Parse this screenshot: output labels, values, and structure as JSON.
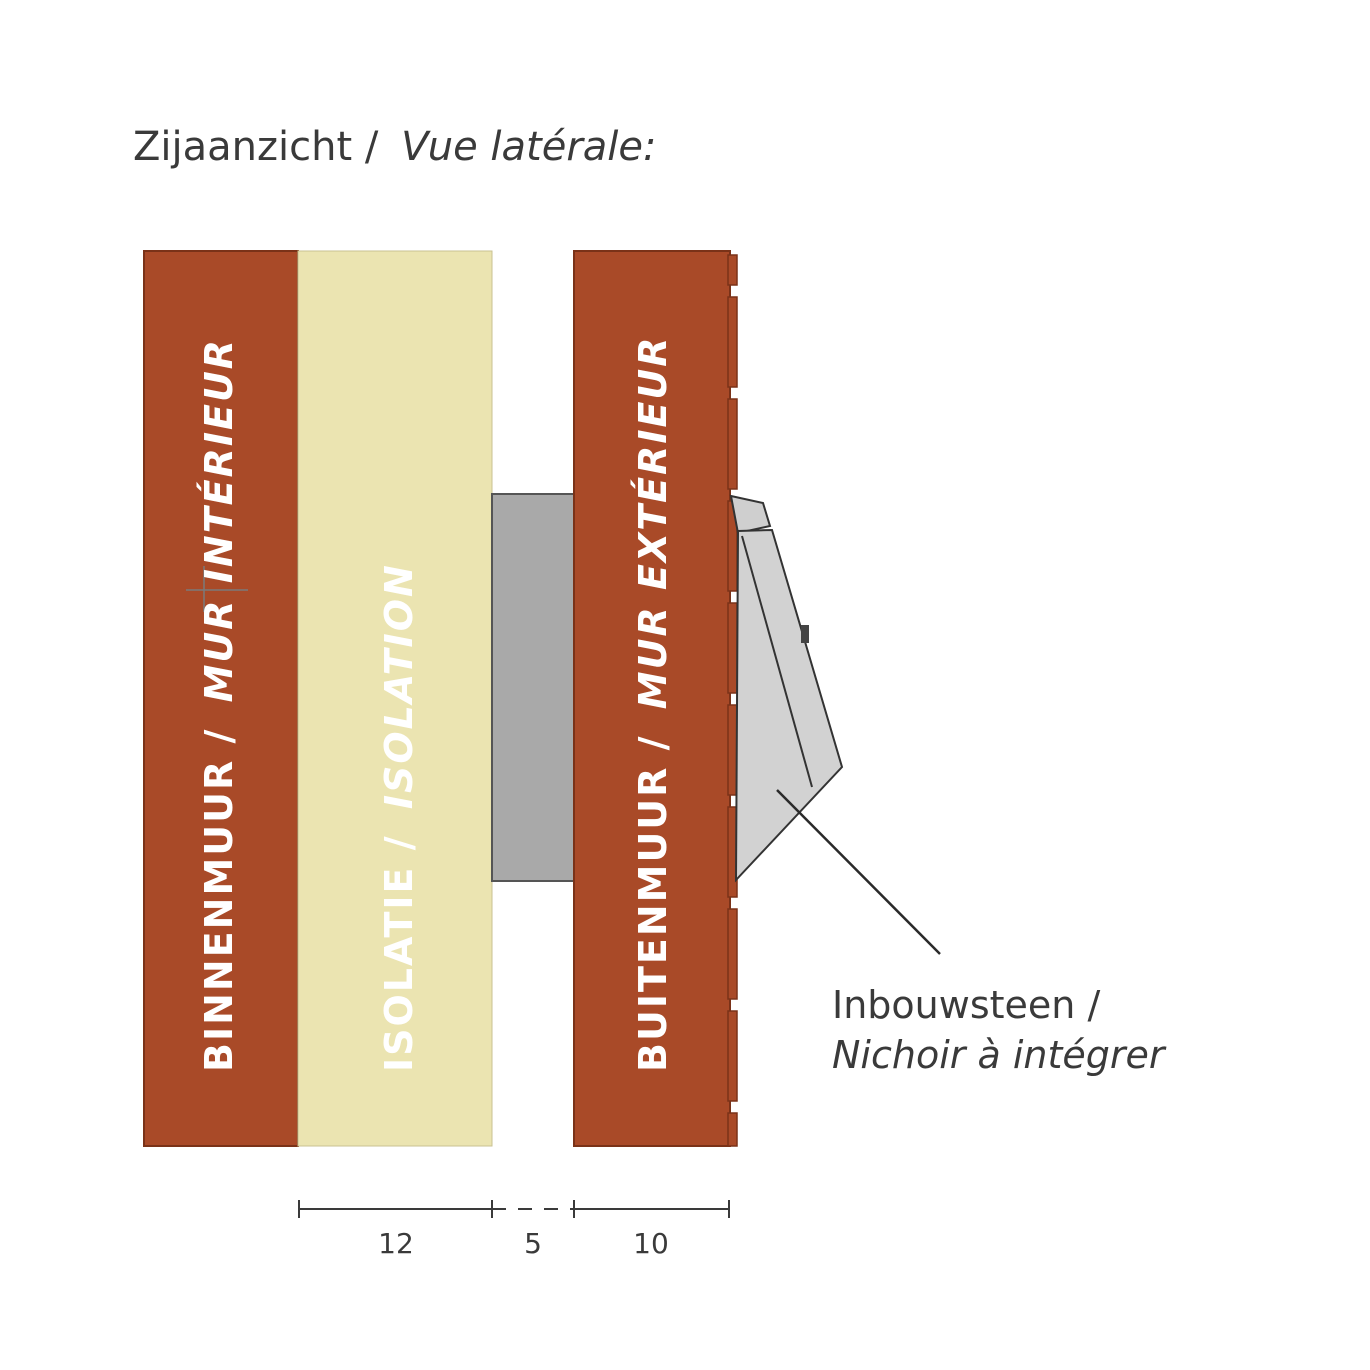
{
  "title": {
    "nl": "Zijaanzicht /",
    "fr": "Vue latérale:"
  },
  "layers": {
    "inner_wall": {
      "nl": "BINNENMUUR /",
      "fr": "MUR INTÉRIEUR"
    },
    "insulation": {
      "nl": "ISOLATIE /",
      "fr": "ISOLATION"
    },
    "outer_wall": {
      "nl": "BUITENMUUR /",
      "fr": "MUR EXTÉRIEUR"
    }
  },
  "callout": {
    "line1": "Inbouwsteen /",
    "line2": "Nichoir à intégrer"
  },
  "dimensions": {
    "insulation": "12",
    "cavity": "5",
    "outer_wall": "10"
  },
  "colors": {
    "brick": "#a94a28",
    "brick_dark": "#7a3218",
    "insulation": "#ebe4b1",
    "box_body": "#a9a9a9",
    "box_front": "#d2d2d2",
    "line": "#3a3a3a"
  }
}
